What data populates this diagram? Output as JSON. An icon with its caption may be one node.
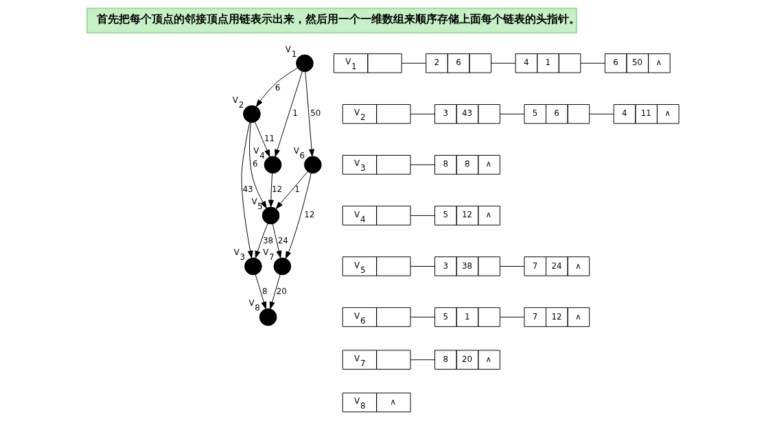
{
  "diagram": {
    "nodes": [
      {
        "text": [
          "首先把每个顶点的邻接顶点用链表示出来，然后用一个一维数组来顺序存储上面每个链表的头指针。"
        ]
      },
      {
        "text": [],
        "shape": "circle",
        "beside": [
          "V$_{1}$"
        ]
      },
      {
        "text": [],
        "shape": "circle",
        "beside": [
          "V$_{2}$"
        ]
      },
      {
        "text": [],
        "shape": "circle",
        "beside": [
          "V$_{3}$"
        ]
      },
      {
        "text": [],
        "shape": "circle",
        "beside": [
          "V$_{4}$"
        ]
      },
      {
        "text": [],
        "shape": "circle",
        "beside": [
          "V$_{5}$"
        ]
      },
      {
        "text": [],
        "shape": "circle",
        "beside": [
          "V$_{6}$"
        ]
      },
      {
        "text": [],
        "shape": "circle",
        "beside": [
          "V$_{7}$"
        ]
      },
      {
        "text": [],
        "shape": "circle",
        "beside": [
          "V$_{8}$"
        ]
      },
      {
        "text": [
          "V$_{1}$"
        ]
      },
      {
        "text": [
          "2",
          "6"
        ]
      },
      {
        "text": [
          "4",
          "1"
        ]
      },
      {
        "text": [
          "6",
          "50",
          "∧"
        ]
      },
      {
        "text": [
          "V$_{2}$"
        ]
      },
      {
        "text": [
          "3",
          "43"
        ]
      },
      {
        "text": [
          "5",
          "6"
        ]
      },
      {
        "text": [
          "4",
          "11",
          "∧"
        ]
      },
      {
        "text": [
          "V$_{3}$"
        ]
      },
      {
        "text": [
          "8",
          "8",
          "∧"
        ]
      },
      {
        "text": [
          "V$_{4}$"
        ]
      },
      {
        "text": [
          "5",
          "12",
          "∧"
        ]
      },
      {
        "text": [
          "V$_{5}$"
        ]
      },
      {
        "text": [
          "3",
          "38"
        ]
      },
      {
        "text": [
          "7",
          "24",
          "∧"
        ]
      },
      {
        "text": [
          "V$_{6}$"
        ]
      },
      {
        "text": [
          "5",
          "1"
        ]
      },
      {
        "text": [
          "7",
          "12",
          "∧"
        ]
      },
      {
        "text": [
          "V$_{7}$"
        ]
      },
      {
        "text": [
          "8",
          "20",
          "∧"
        ]
      },
      {
        "text": [
          "V$_{8}$",
          "∧"
        ]
      }
    ],
    "edges": [
      {
        "from": 1,
        "to": 2,
        "arrow": "to",
        "label": "6"
      },
      {
        "from": 1,
        "to": 4,
        "arrow": "to",
        "label": "1"
      },
      {
        "from": 1,
        "to": 6,
        "arrow": "to",
        "label": "50"
      },
      {
        "from": 2,
        "to": 4,
        "arrow": "to",
        "label": "11"
      },
      {
        "from": 2,
        "to": 5,
        "arrow": "to",
        "label": "6"
      },
      {
        "from": 2,
        "to": 3,
        "arrow": "to",
        "label": "43"
      },
      {
        "from": 4,
        "to": 5,
        "arrow": "to",
        "label": "12"
      },
      {
        "from": 6,
        "to": 5,
        "arrow": "to",
        "label": "1"
      },
      {
        "from": 6,
        "to": 7,
        "arrow": "to",
        "label": "12"
      },
      {
        "from": 5,
        "to": 3,
        "arrow": "to",
        "label": "38"
      },
      {
        "from": 5,
        "to": 7,
        "arrow": "to",
        "label": "24"
      },
      {
        "from": 3,
        "to": 8,
        "arrow": "to",
        "label": "8"
      },
      {
        "from": 7,
        "to": 8,
        "arrow": "to",
        "label": "20"
      },
      {
        "from": 9,
        "to": 10,
        "arrow": "none"
      },
      {
        "from": 10,
        "to": 11,
        "arrow": "none"
      },
      {
        "from": 11,
        "to": 12,
        "arrow": "none"
      },
      {
        "from": 13,
        "to": 14,
        "arrow": "none"
      },
      {
        "from": 14,
        "to": 15,
        "arrow": "none"
      },
      {
        "from": 15,
        "to": 16,
        "arrow": "none"
      },
      {
        "from": 17,
        "to": 18,
        "arrow": "none"
      },
      {
        "from": 19,
        "to": 20,
        "arrow": "none"
      },
      {
        "from": 21,
        "to": 22,
        "arrow": "none"
      },
      {
        "from": 22,
        "to": 23,
        "arrow": "none"
      },
      {
        "from": 24,
        "to": 25,
        "arrow": "none"
      },
      {
        "from": 25,
        "to": 26,
        "arrow": "none"
      },
      {
        "from": 27,
        "to": 28,
        "arrow": "none"
      }
    ]
  }
}
